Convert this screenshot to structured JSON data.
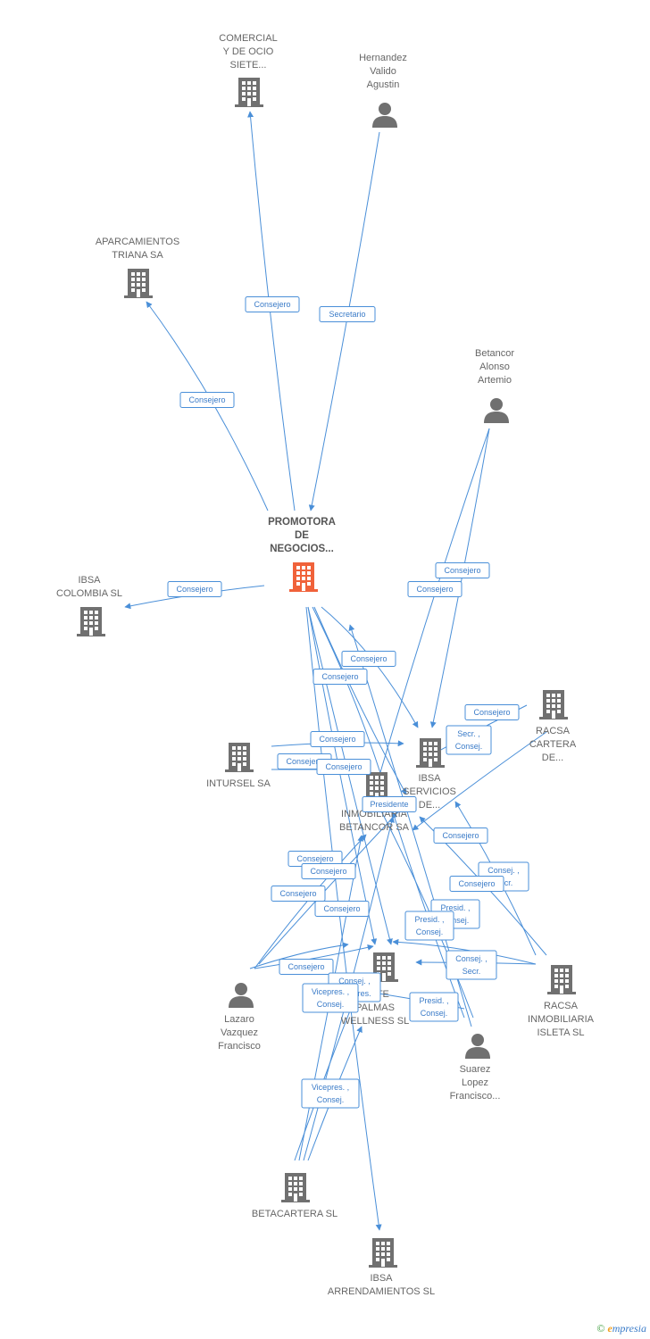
{
  "colors": {
    "edge": "#4a8fd8",
    "node": "#707070",
    "main": "#f0623a"
  },
  "nodes": [
    {
      "id": "promotora",
      "type": "company",
      "main": true,
      "label": [
        "PROMOTORA",
        "DE",
        "NEGOCIOS..."
      ],
      "icon": "building-icon"
    },
    {
      "id": "comercial",
      "type": "company",
      "label": [
        "COMERCIAL",
        "Y DE OCIO",
        "SIETE..."
      ],
      "icon": "building-icon"
    },
    {
      "id": "hernandez",
      "type": "person",
      "label": [
        "Hernandez",
        "Valido",
        "Agustin"
      ],
      "icon": "person-icon"
    },
    {
      "id": "aparcamientos",
      "type": "company",
      "label": [
        "APARCAMIENTOS",
        "TRIANA SA"
      ],
      "icon": "building-icon"
    },
    {
      "id": "betancor",
      "type": "person",
      "label": [
        "Betancor",
        "Alonso",
        "Artemio"
      ],
      "icon": "person-icon"
    },
    {
      "id": "ibsacolombia",
      "type": "company",
      "label": [
        "IBSA",
        "COLOMBIA SL"
      ],
      "icon": "building-icon"
    },
    {
      "id": "racsacartera",
      "type": "company",
      "label": [
        "RACSA",
        "CARTERA",
        "DE..."
      ],
      "icon": "building-icon"
    },
    {
      "id": "intursel",
      "type": "company",
      "label": [
        "INTURSEL SA"
      ],
      "icon": "building-icon"
    },
    {
      "id": "ibsaservicios",
      "type": "company",
      "label": [
        "IBSA",
        "SERVICIOS",
        "DE..."
      ],
      "icon": "building-icon"
    },
    {
      "id": "inmobiliaria",
      "type": "company",
      "label": [
        "INMOBILIARIA",
        "BETANCOR SA"
      ],
      "icon": "building-icon"
    },
    {
      "id": "siete",
      "type": "company",
      "label": [
        "SIETE",
        "PALMAS",
        "WELLNESS SL"
      ],
      "icon": "building-icon"
    },
    {
      "id": "lazaro",
      "type": "person",
      "label": [
        "Lazaro",
        "Vazquez",
        "Francisco"
      ],
      "icon": "person-icon"
    },
    {
      "id": "racsaisleta",
      "type": "company",
      "label": [
        "RACSA",
        "INMOBILIARIA",
        "ISLETA SL"
      ],
      "icon": "building-icon"
    },
    {
      "id": "suarez",
      "type": "person",
      "label": [
        "Suarez",
        "Lopez",
        "Francisco..."
      ],
      "icon": "person-icon"
    },
    {
      "id": "betacartera",
      "type": "company",
      "label": [
        "BETACARTERA SL"
      ],
      "icon": "building-icon"
    },
    {
      "id": "ibsaarrend",
      "type": "company",
      "label": [
        "IBSA",
        "ARRENDAMIENTOS SL"
      ],
      "icon": "building-icon"
    }
  ],
  "relations": [
    {
      "label": [
        "Consejero"
      ]
    },
    {
      "label": [
        "Secretario"
      ]
    },
    {
      "label": [
        "Consejero"
      ]
    },
    {
      "label": [
        "Consejero"
      ]
    },
    {
      "label": [
        "Consejero"
      ]
    },
    {
      "label": [
        "Consejero"
      ]
    },
    {
      "label": [
        "Consejero"
      ]
    },
    {
      "label": [
        "Consejero"
      ]
    },
    {
      "label": [
        "Consejero"
      ]
    },
    {
      "label": [
        "Secr. ,",
        "Consej."
      ]
    },
    {
      "label": [
        "Consejero"
      ]
    },
    {
      "label": [
        "Consejero"
      ]
    },
    {
      "label": [
        "Consejero"
      ]
    },
    {
      "label": [
        "Presidente"
      ]
    },
    {
      "label": [
        "Consejero"
      ]
    },
    {
      "label": [
        "Consejero"
      ]
    },
    {
      "label": [
        "Consejero"
      ]
    },
    {
      "label": [
        "Consej. ,",
        "Secr."
      ]
    },
    {
      "label": [
        "Consejero"
      ]
    },
    {
      "label": [
        "Consejero"
      ]
    },
    {
      "label": [
        "Consejero"
      ]
    },
    {
      "label": [
        "Presid. ,",
        "Consej."
      ]
    },
    {
      "label": [
        "Presid. ,",
        "Consej."
      ]
    },
    {
      "label": [
        "Consej. ,",
        "Secr."
      ]
    },
    {
      "label": [
        "Consejero"
      ]
    },
    {
      "label": [
        "Consej. ,",
        "Vicepres."
      ]
    },
    {
      "label": [
        "Vicepres. ,",
        "Consej."
      ]
    },
    {
      "label": [
        "Presid. ,",
        "Consej."
      ]
    },
    {
      "label": [
        "Vicepres. ,",
        "Consej."
      ]
    }
  ],
  "footer": {
    "copyright": "©",
    "brand_initial": "e",
    "brand_rest": "mpresia"
  }
}
